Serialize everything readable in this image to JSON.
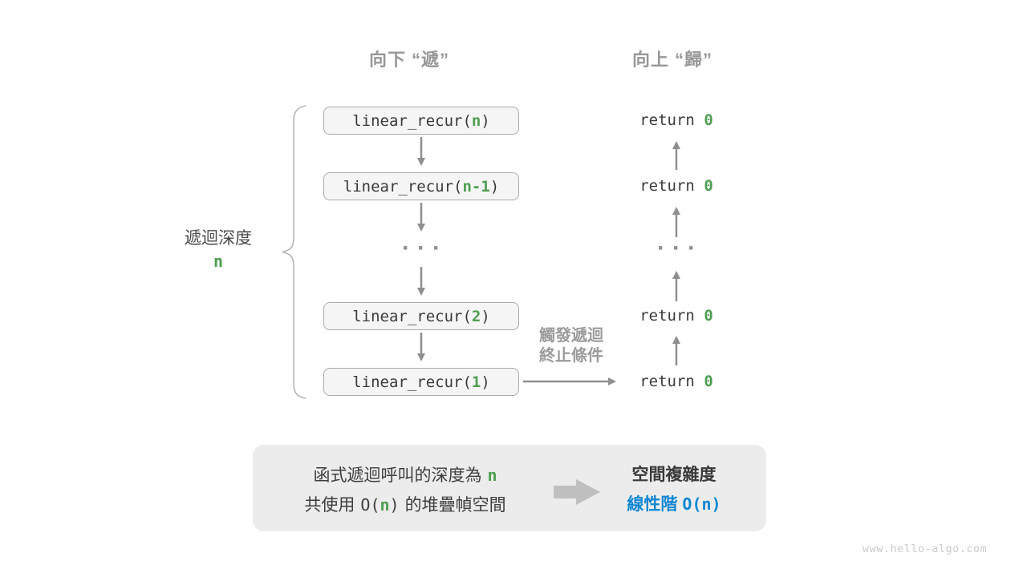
{
  "colors": {
    "green": "#4d9e50",
    "blue": "#0e87d3",
    "code_text": "#3a3a3a",
    "heading_gray": "#979797",
    "arrow_gray": "#8f8f8f",
    "box_fill": "#f5f5f5",
    "box_border": "#ababab",
    "panel_fill": "#ececec",
    "watermark_gray": "#cbcbcb"
  },
  "headers": {
    "down": "向下 “遞”",
    "up": "向上 “歸”"
  },
  "depth_label": {
    "title": "遞迴深度",
    "value": "n"
  },
  "call_stack": {
    "dots": "···",
    "boxes": [
      {
        "pre": "linear_recur(",
        "arg": "n",
        "post": ")"
      },
      {
        "pre": "linear_recur(",
        "arg": "n-1",
        "post": ")"
      },
      {
        "pre": "linear_recur(",
        "arg": "2",
        "post": ")"
      },
      {
        "pre": "linear_recur(",
        "arg": "1",
        "post": ")"
      }
    ]
  },
  "returns": {
    "dots": "···",
    "items": [
      {
        "pre": "return ",
        "val": "0"
      },
      {
        "pre": "return ",
        "val": "0"
      },
      {
        "pre": "return ",
        "val": "0"
      },
      {
        "pre": "return ",
        "val": "0"
      }
    ]
  },
  "termination_note": {
    "line1": "觸發遞迴",
    "line2": "終止條件"
  },
  "summary": {
    "line1": {
      "pre": "函式遞迴呼叫的深度為",
      "arg": "n"
    },
    "line2": {
      "pre": "共使用",
      "code_open": "O(",
      "arg": "n",
      "code_close": ")",
      "post": "的堆疊幀空間"
    },
    "right_title": "空間複雜度",
    "right_result": {
      "text": "線性階",
      "code": "O(n)"
    }
  },
  "watermark": "www.hello-algo.com"
}
